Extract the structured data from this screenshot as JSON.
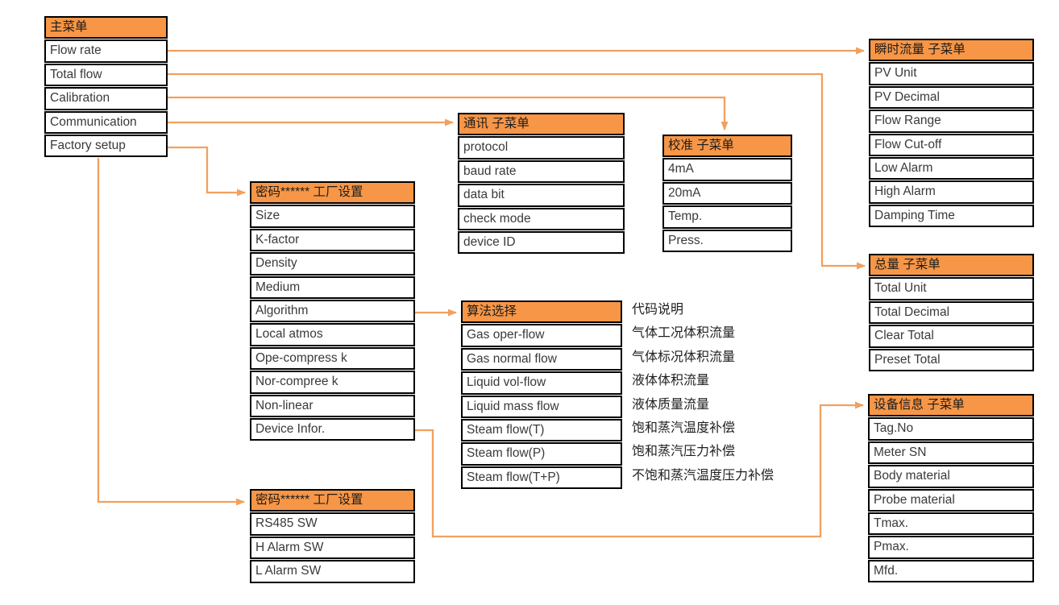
{
  "colors": {
    "header_bg": "#F79646",
    "arrow": "#F2A05E",
    "border": "#000000",
    "text": "#3a3a3a"
  },
  "menus": {
    "main": {
      "title": "主菜单",
      "items": [
        "Flow rate",
        "Total flow",
        "Calibration",
        "Communication",
        "Factory setup"
      ]
    },
    "inst_flow": {
      "title": "瞬时流量 子菜单",
      "items": [
        "PV Unit",
        "PV Decimal",
        "Flow Range",
        "Flow Cut-off",
        "Low Alarm",
        "High Alarm",
        "Damping Time"
      ]
    },
    "comm": {
      "title": "通讯 子菜单",
      "items": [
        "protocol",
        "baud rate",
        "data bit",
        "check mode",
        "device ID"
      ]
    },
    "calib": {
      "title": "校准 子菜单",
      "items": [
        "4mA",
        "20mA",
        "Temp.",
        "Press."
      ]
    },
    "factory1": {
      "title": "密码****** 工厂设置",
      "items": [
        "Size",
        "K-factor",
        "Density",
        "Medium",
        "Algorithm",
        "Local atmos",
        "Ope-compress k",
        "Nor-compree k",
        "Non-linear",
        "Device Infor."
      ]
    },
    "algo": {
      "title": "算法选择",
      "items": [
        "Gas oper-flow",
        "Gas normal flow",
        "Liquid vol-flow",
        "Liquid mass flow",
        "Steam flow(T)",
        "Steam flow(P)",
        "Steam flow(T+P)"
      ]
    },
    "algo_desc": {
      "title": "代码说明",
      "items": [
        "气体工况体积流量",
        "气体标况体积流量",
        "液体体积流量",
        "液体质量流量",
        "饱和蒸汽温度补偿",
        "饱和蒸汽压力补偿",
        "不饱和蒸汽温度压力补偿"
      ]
    },
    "total": {
      "title": "总量 子菜单",
      "items": [
        "Total Unit",
        "Total Decimal",
        "Clear Total",
        "Preset Total"
      ]
    },
    "device_info": {
      "title": "设备信息 子菜单",
      "items": [
        "Tag.No",
        "Meter SN",
        "Body material",
        "Probe material",
        "Tmax.",
        "Pmax.",
        "Mfd."
      ]
    },
    "factory2": {
      "title": "密码****** 工厂设置",
      "items": [
        "RS485 SW",
        "H Alarm SW",
        "L Alarm SW"
      ]
    }
  }
}
